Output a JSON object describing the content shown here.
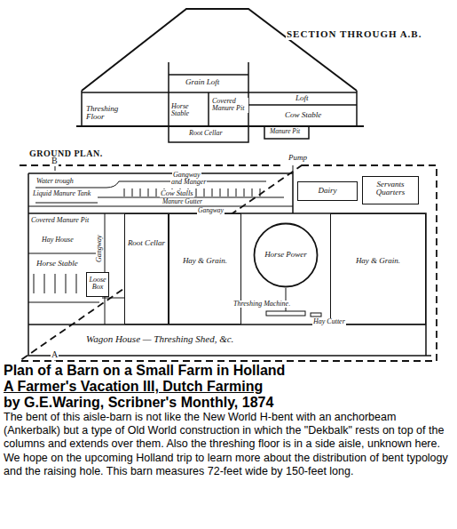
{
  "diagram": {
    "title": "Plan of a Barn on a Small Farm in Holland",
    "caption": "The bent of this aisle-barn is not like the New World H-bent with an anchorbeam (Ankerbalk) but a type of Old World construction in which the \"Dekbalk\" rests on top of the columns and extends over them. Also the threshing floor is in a side aisle, unknown here. We hope on the upcoming Holland trip to learn more about the distribution of bent typology and the raising hole. This barn measures 72-feet wide by 150-feet long.",
    "nodes": [
      {
        "text": [
          "Root Cellar"
        ]
      },
      {
        "text": [
          "Hay & Grain."
        ]
      },
      {
        "text": [
          "Horse Power"
        ]
      },
      {
        "text": [
          "Hay & Grain."
        ]
      },
      {
        "text": [
          "Dairy"
        ]
      },
      {
        "text": [
          "Servants Quarters"
        ]
      },
      {
        "text": [
          "Loose Box"
        ]
      }
    ],
    "labels": [
      "SECTION THROUGH A.B.",
      "Grain Loft",
      "Threshing Floor",
      "Loft",
      "Horse Stable",
      "Covered Manure Pit",
      "Cow Stable",
      "Root Cellar",
      "Manure Pit",
      "GROUND PLAN.",
      "Pump",
      "Gangway",
      "Water trough",
      "and Manger",
      "Liquid Manure Tank",
      "Cow Stalls",
      "Manure Gutter",
      "Gangway",
      "Covered Manure Pit",
      "Hay House",
      "Horse Stable",
      "Gangway",
      "Threshing Machine.",
      "Hay Cutter",
      "Wagon House — Threshing Shed, &c.",
      "B",
      "A",
      "A Farmer's Vacation III, Dutch Farming",
      "by G.E.Waring, Scribner's Monthly, 1874"
    ]
  }
}
